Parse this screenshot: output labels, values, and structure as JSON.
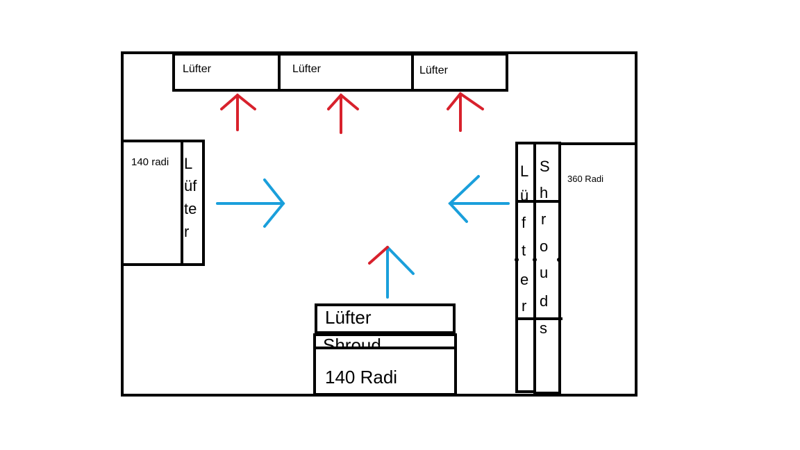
{
  "labels": {
    "top_fan_1": "Lüfter",
    "top_fan_2": "Lüfter",
    "top_fan_3": "Lüfter",
    "left_radiator": "140 radi",
    "left_fan": [
      "L",
      "üf",
      "te",
      "r"
    ],
    "right_radiator": "360 Radi",
    "right_fan": [
      "L",
      "ü",
      "f",
      "t",
      "e",
      "r"
    ],
    "right_shrouds": [
      "S",
      "h",
      "r",
      "o",
      "u",
      "d",
      "s"
    ],
    "bottom_fan": "Lüfter",
    "bottom_shroud": "Shroud",
    "bottom_radiator": "140 Radi"
  },
  "colors": {
    "outline": "#000000",
    "exhaust_arrow": "#d8212c",
    "intake_arrow": "#1a9fdb",
    "background": "#ffffff"
  }
}
